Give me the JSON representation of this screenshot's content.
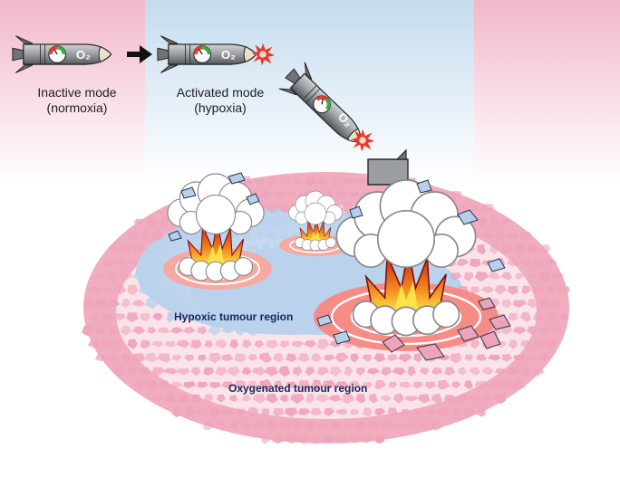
{
  "labels": {
    "inactive_line1": "Inactive mode",
    "inactive_line2": "(normoxia)",
    "activated_line1": "Activated mode",
    "activated_line2": "(hypoxia)",
    "hypoxic_region": "Hypoxic tumour region",
    "oxygenated_region": "Oxygenated tumour region",
    "missile_tag": "O₂"
  },
  "colors": {
    "normoxia_background": "#f2b8c8",
    "hypoxia_background": "#c4dcee",
    "oxygenated_cells": "#efa4b9",
    "hypoxic_cells": "#bad2ec",
    "blast_ring": "#f58c86",
    "missile_body": "#8c9094",
    "sensor_gauge_red": "#e63a2f",
    "sensor_gauge_green": "#3caa4a",
    "activation_spark": "#ef3528"
  },
  "icons": [
    "missile-icon",
    "arrow-right-icon",
    "explosion-icon",
    "oxygen-sensor-icon",
    "spark-icon"
  ]
}
